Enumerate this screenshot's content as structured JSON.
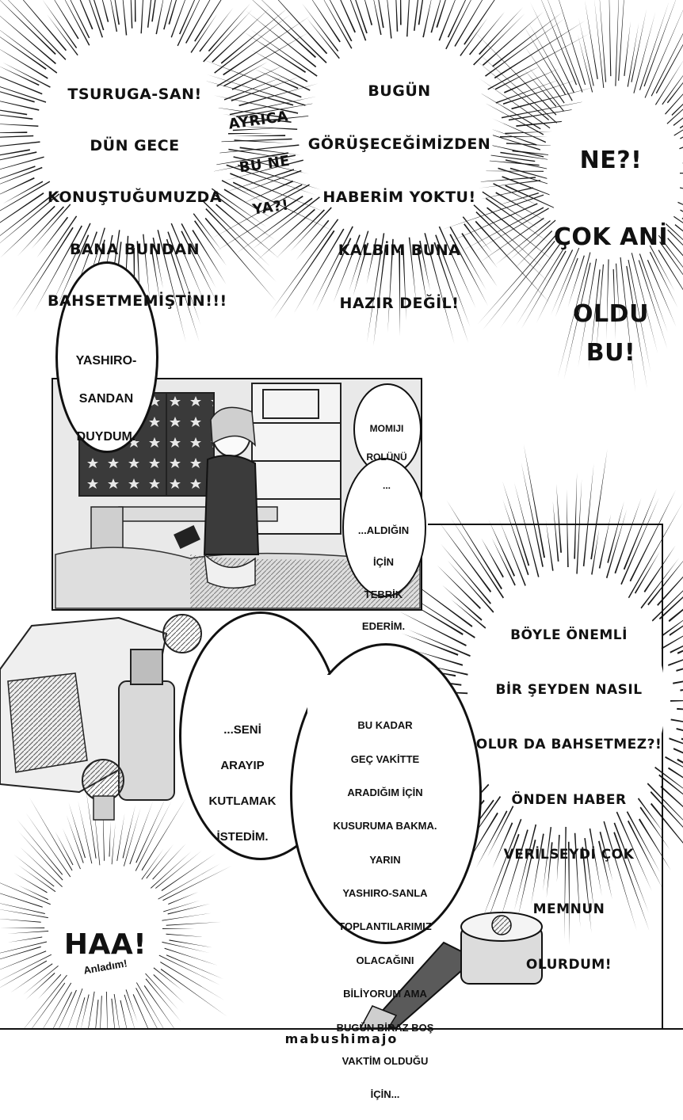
{
  "bubbles": {
    "tsuruga": [
      "TSURUGA-SAN!",
      "DÜN GECE",
      "KONUŞTUĞUMUZDA",
      "BANA BUNDAN",
      "BAHSETMEMİŞTİN!!!"
    ],
    "ayrica": [
      "AYRICA",
      "BU NE",
      "YA?!"
    ],
    "bugun": [
      "BUGÜN",
      "GÖRÜŞECEĞİMİZDEN",
      "HABERİM YOKTU!",
      "KALBİM BUNA",
      "HAZIR DEĞİL!"
    ],
    "ne": [
      "NE?!",
      "ÇOK ANİ",
      "OLDU BU!"
    ],
    "yashiro": [
      "YASHIRO-",
      "SANDAN",
      "DUYDUM."
    ],
    "momiji": [
      "MOMIJI",
      "ROLÜNÜ",
      "..."
    ],
    "aldigin": [
      "...ALDIĞIN",
      "İÇİN",
      "TEBRİK",
      "EDERİM."
    ],
    "boyle": [
      "BÖYLE ÖNEMLİ",
      "BİR ŞEYDEN NASIL",
      "OLUR DA BAHSETMEZ?!",
      "ÖNDEN HABER",
      "VERİLSEYDİ ÇOK",
      "MEMNUN",
      "OLURDUM!"
    ],
    "seni": [
      "...SENİ",
      "ARAYIP",
      "KUTLAMAK",
      "İSTEDİM."
    ],
    "bukadar": [
      "BU KADAR",
      "GEÇ VAKİTTE",
      "ARADIĞIM İÇİN",
      "KUSURUMA BAKMA.",
      "YARIN",
      "YASHIRO-SANLA",
      "TOPLANTILARIMIZ",
      "OLACAĞINI",
      "BİLİYORUM AMA",
      "BUGÜN BİRAZ BOŞ",
      "VAKTİM OLDUĞU",
      "İÇİN..."
    ],
    "haa": [
      "HAA!"
    ],
    "anladim": [
      "Anladım!"
    ]
  },
  "watermark": "mabushimajo"
}
